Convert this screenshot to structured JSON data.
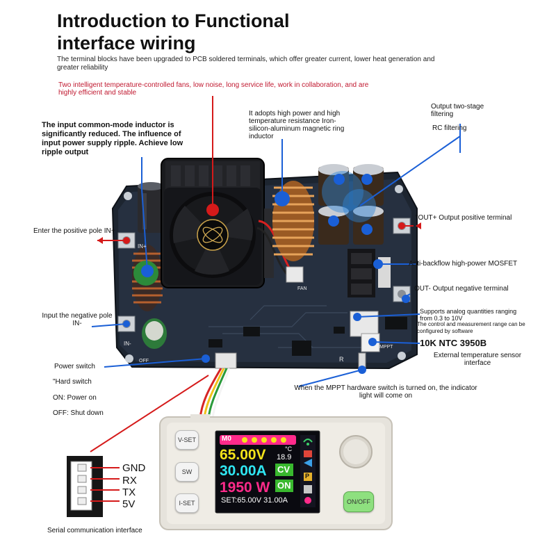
{
  "title_line1": "Introduction to Functional",
  "title_line2": "interface wiring",
  "intro_text": "The terminal blocks have been upgraded to PCB soldered terminals, which offer greater current, lower heat generation and greater reliability",
  "fans_text": "Two intelligent temperature-controlled fans, low noise, long service life, work in collaboration, and are highly efficient and stable",
  "labels": {
    "inductor_cm": "The input common-mode inductor is significantly reduced. The influence of input power supply ripple. Achieve low ripple output",
    "magnetic_ring": "It adopts high power and high temperature resistance Iron-silicon-aluminum magnetic ring inductor",
    "output_filter": "Output two-stage filtering",
    "rc_filter": "RC filtering",
    "out_plus": "\"OUT+ Output positive terminal",
    "in_plus": "Enter the positive pole IN+",
    "mosfet": "Anti-backflow high-power MOSFET",
    "out_minus": "OUT- Output negative terminal",
    "in_minus": "Input the negative pole IN-",
    "analog": "Supports analog quantities ranging from 0.3 to 10V",
    "control_range": "The control and measurement range can be configured by software",
    "ntc": "10K NTC 3950B",
    "ext_temp": "External temperature sensor interface",
    "power_switch": "Power switch",
    "hard_switch": "\"Hard switch",
    "on_text": "ON: Power on",
    "off_text": "OFF: Shut down",
    "mppt": "When the MPPT hardware switch is turned on, the indicator light will come on",
    "serial": "Serial communication interface"
  },
  "pcb_silk": {
    "in_plus": "IN+",
    "in_minus": "IN-",
    "fan": "FAN",
    "r": "R",
    "mppt": "MPPT",
    "off": "OFF"
  },
  "pins": [
    "GND",
    "RX",
    "TX",
    "5V"
  ],
  "buttons": {
    "vset": "V-SET",
    "sw": "SW",
    "iset": "I-SET",
    "onoff": "ON/OFF"
  },
  "screen": {
    "mode": "M0",
    "voltage": "65.00V",
    "current": "30.00A",
    "power": "1950 W",
    "temp": "18.9",
    "temp_unit": "°C",
    "cv": "CV",
    "on": "ON",
    "p": "P",
    "set_line": "SET:65.00V 31.00A"
  },
  "colors": {
    "accent_red": "#c0182f",
    "line_blue": "#1a5fd6",
    "line_red": "#d51a1a",
    "voltage_yellow": "#f5e31a",
    "current_cyan": "#2fe6f2",
    "power_magenta": "#ff2a8a",
    "cv_green": "#39b82e",
    "onoff_green": "#8ee07f"
  }
}
